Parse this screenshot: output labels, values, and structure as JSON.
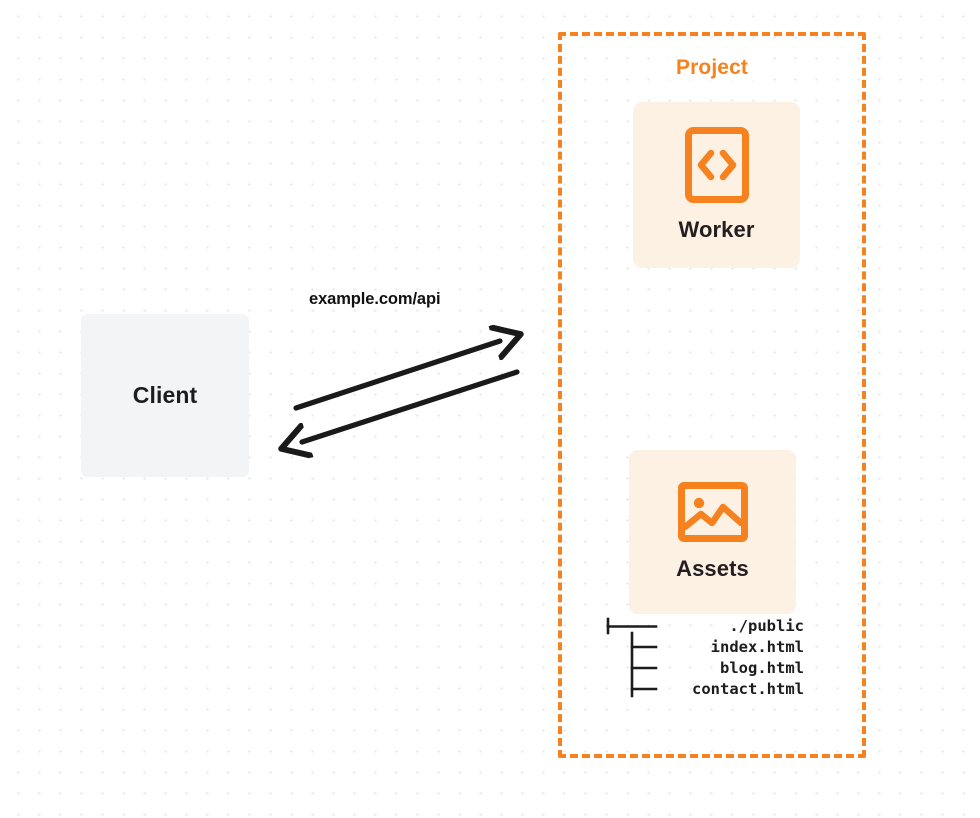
{
  "diagram": {
    "type": "architecture-flow",
    "background": {
      "pattern": "dot-grid",
      "dot_color": "#e6e6e9",
      "page_color": "#ffffff"
    },
    "colors": {
      "accent_orange": "#f6821f",
      "card_fill": "#fdf1e3",
      "client_fill": "#f3f4f6",
      "text_dark": "#1d1d1f",
      "arrow": "#1a1a1a"
    },
    "client": {
      "label": "Client"
    },
    "connection": {
      "label": "example.com/api",
      "request_direction": "client-to-project",
      "response_direction": "project-to-client"
    },
    "project": {
      "title": "Project",
      "border_style": "dashed",
      "nodes": [
        {
          "id": "worker",
          "label": "Worker",
          "icon": "code-brackets-icon"
        },
        {
          "id": "assets",
          "label": "Assets",
          "icon": "image-picture-icon"
        }
      ],
      "file_tree": {
        "root": "./public",
        "root_connector": "├──",
        "children": [
          {
            "name": "index.html",
            "connector": "│__"
          },
          {
            "name": "blog.html",
            "connector": "│__"
          },
          {
            "name": "contact.html",
            "connector": "│__"
          }
        ]
      }
    }
  }
}
